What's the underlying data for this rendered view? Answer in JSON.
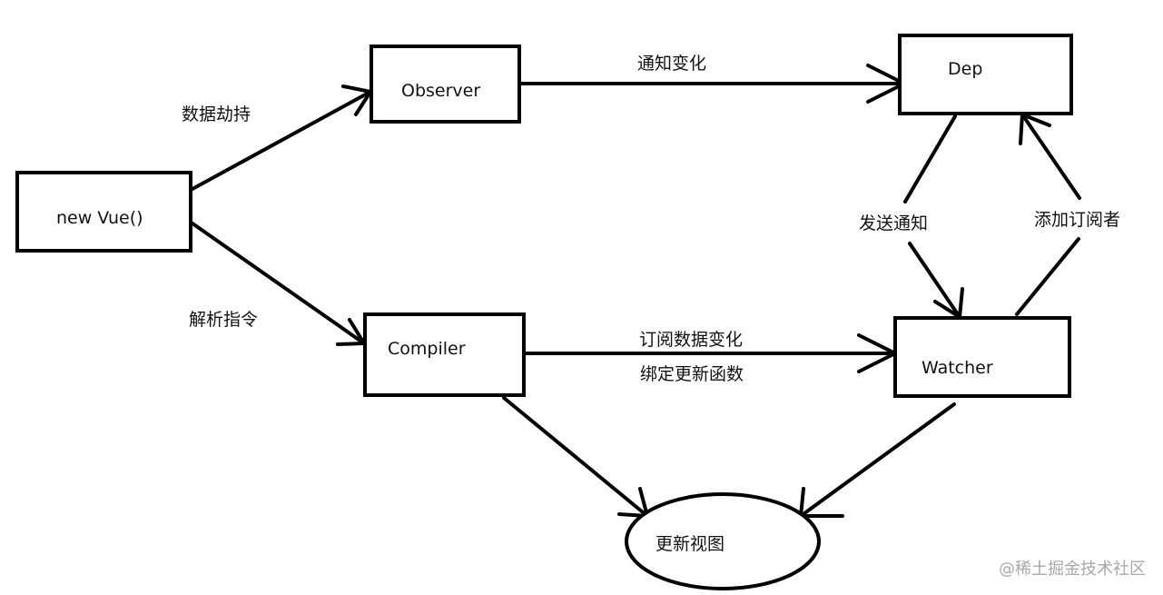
{
  "nodes": {
    "new_vue": "new Vue()",
    "observer": "Observer",
    "compiler": "Compiler",
    "dep": "Dep",
    "watcher": "Watcher",
    "update_view": "更新视图"
  },
  "edges": {
    "hijack_data": "数据劫持",
    "parse_directives": "解析指令",
    "notify_change": "通知变化",
    "send_notification": "发送通知",
    "add_subscriber": "添加订阅者",
    "subscribe_data_change": "订阅数据变化",
    "bind_update_function": "绑定更新函数"
  },
  "watermark": "@稀土掘金技术社区"
}
